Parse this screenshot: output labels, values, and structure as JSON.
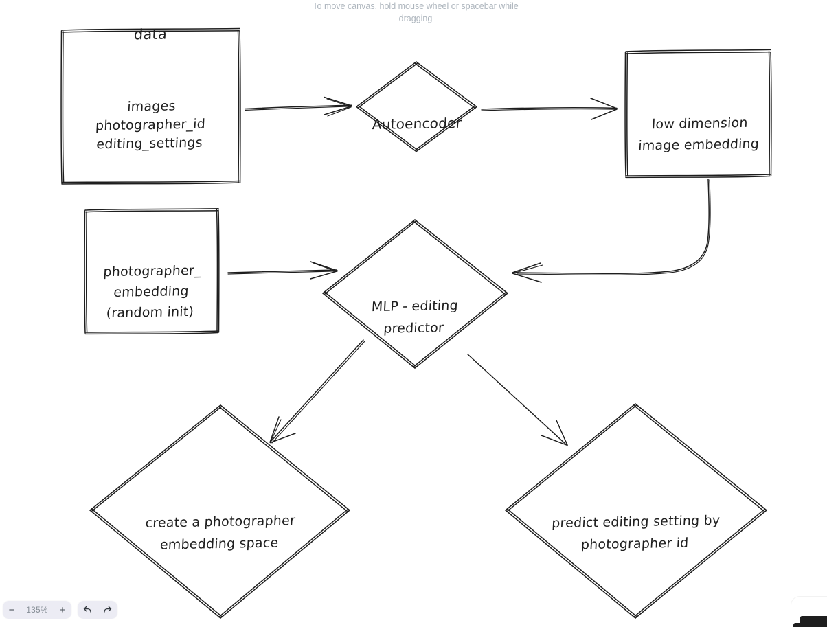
{
  "app": {
    "canvas_hint": "To move canvas, hold mouse wheel or spacebar while dragging",
    "background": "#ffffff",
    "stroke_color": "#1e1e1e"
  },
  "diagram": {
    "title_label": "data",
    "nodes": [
      {
        "id": "data-box",
        "shape": "rectangle",
        "text": "images\nphotographer_id\nediting_settings"
      },
      {
        "id": "autoencoder",
        "shape": "diamond",
        "text": "Autoencoder"
      },
      {
        "id": "low-dimension-embedding",
        "shape": "rectangle",
        "text": "low dimension\nimage embedding"
      },
      {
        "id": "photographer-embedding",
        "shape": "rectangle",
        "text": "photographer_\nembedding\n(random init)"
      },
      {
        "id": "mlp-editing-predictor",
        "shape": "diamond",
        "text": "MLP - editing\npredictor"
      },
      {
        "id": "create-embedding-space",
        "shape": "diamond",
        "text": "create a photographer\nembedding space"
      },
      {
        "id": "predict-editing-setting",
        "shape": "diamond",
        "text": "predict editing setting by\nphotographer id"
      }
    ],
    "edges": [
      {
        "id": "data-to-autoencoder",
        "from": "data-box",
        "to": "autoencoder",
        "style": "straight-arrow"
      },
      {
        "id": "autoencoder-to-embedding",
        "from": "autoencoder",
        "to": "low-dimension-embedding",
        "style": "straight-arrow"
      },
      {
        "id": "embedding-to-mlp",
        "from": "low-dimension-embedding",
        "to": "mlp-editing-predictor",
        "style": "elbow-curved-arrow"
      },
      {
        "id": "photographer-to-mlp",
        "from": "photographer-embedding",
        "to": "mlp-editing-predictor",
        "style": "straight-arrow"
      },
      {
        "id": "mlp-to-create-space",
        "from": "mlp-editing-predictor",
        "to": "create-embedding-space",
        "style": "diagonal-arrow"
      },
      {
        "id": "mlp-to-predict-setting",
        "from": "mlp-editing-predictor",
        "to": "predict-editing-setting",
        "style": "diagonal-arrow"
      }
    ]
  },
  "toolbar": {
    "zoom_out_label": "−",
    "zoom_value": "135%",
    "zoom_in_label": "+",
    "undo_label": "undo",
    "redo_label": "redo"
  }
}
